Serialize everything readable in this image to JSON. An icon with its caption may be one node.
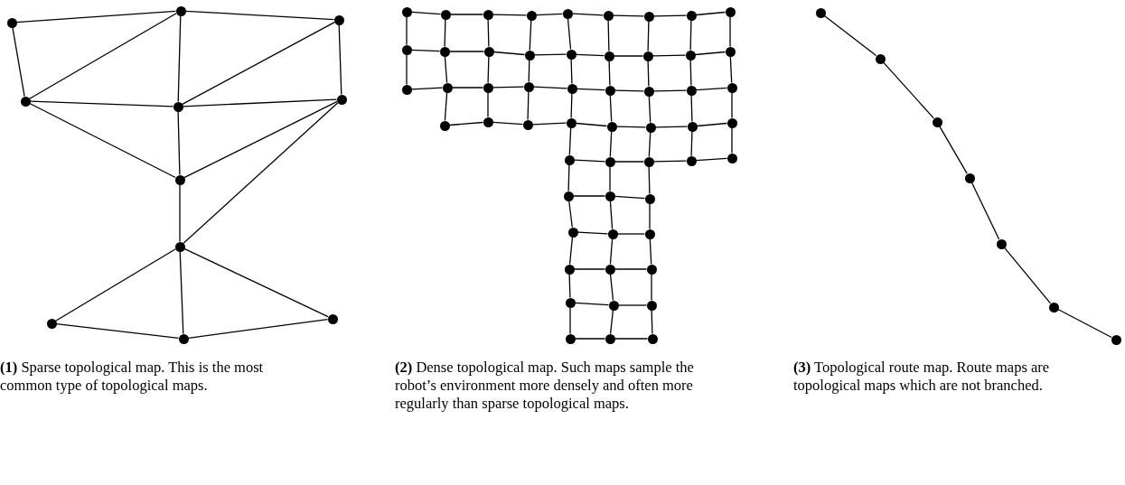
{
  "diagram": {
    "nodes": [
      {
        "text": [],
        "shape": "circle"
      },
      {
        "text": [],
        "shape": "circle"
      },
      {
        "text": [],
        "shape": "circle"
      },
      {
        "text": [],
        "shape": "circle"
      },
      {
        "text": [],
        "shape": "circle"
      },
      {
        "text": [],
        "shape": "circle"
      },
      {
        "text": [],
        "shape": "circle"
      },
      {
        "text": [],
        "shape": "circle"
      },
      {
        "text": [],
        "shape": "circle"
      },
      {
        "text": [],
        "shape": "circle"
      },
      {
        "text": [],
        "shape": "circle"
      },
      {
        "text": [],
        "shape": "circle"
      },
      {
        "text": [],
        "shape": "circle"
      },
      {
        "text": [],
        "shape": "circle"
      },
      {
        "text": [],
        "shape": "circle"
      },
      {
        "text": [],
        "shape": "circle"
      },
      {
        "text": [],
        "shape": "circle"
      },
      {
        "text": [],
        "shape": "circle"
      },
      {
        "text": [],
        "shape": "circle"
      },
      {
        "text": [],
        "shape": "circle"
      },
      {
        "text": [],
        "shape": "circle"
      },
      {
        "text": [],
        "shape": "circle"
      },
      {
        "text": [],
        "shape": "circle"
      },
      {
        "text": [],
        "shape": "circle"
      },
      {
        "text": [],
        "shape": "circle"
      },
      {
        "text": [],
        "shape": "circle"
      },
      {
        "text": [],
        "shape": "circle"
      },
      {
        "text": [],
        "shape": "circle"
      },
      {
        "text": [],
        "shape": "circle"
      },
      {
        "text": [],
        "shape": "circle"
      },
      {
        "text": [],
        "shape": "circle"
      },
      {
        "text": [],
        "shape": "circle"
      },
      {
        "text": [],
        "shape": "circle"
      },
      {
        "text": [],
        "shape": "circle"
      },
      {
        "text": [],
        "shape": "circle"
      },
      {
        "text": [],
        "shape": "circle"
      },
      {
        "text": [],
        "shape": "circle"
      },
      {
        "text": [],
        "shape": "circle"
      },
      {
        "text": [],
        "shape": "circle"
      },
      {
        "text": [],
        "shape": "circle"
      },
      {
        "text": [],
        "shape": "circle"
      },
      {
        "text": [],
        "shape": "circle"
      },
      {
        "text": [],
        "shape": "circle"
      },
      {
        "text": [],
        "shape": "circle"
      },
      {
        "text": [],
        "shape": "circle"
      },
      {
        "text": [],
        "shape": "circle"
      },
      {
        "text": [],
        "shape": "circle"
      },
      {
        "text": [],
        "shape": "circle"
      },
      {
        "text": [],
        "shape": "circle"
      },
      {
        "text": [],
        "shape": "circle"
      },
      {
        "text": [],
        "shape": "circle"
      },
      {
        "text": [],
        "shape": "circle"
      },
      {
        "text": [],
        "shape": "circle"
      },
      {
        "text": [],
        "shape": "circle"
      },
      {
        "text": [],
        "shape": "circle"
      },
      {
        "text": [],
        "shape": "circle"
      },
      {
        "text": [],
        "shape": "circle"
      },
      {
        "text": [],
        "shape": "circle"
      },
      {
        "text": [],
        "shape": "circle"
      },
      {
        "text": [],
        "shape": "circle"
      },
      {
        "text": [],
        "shape": "circle"
      },
      {
        "text": [],
        "shape": "circle"
      },
      {
        "text": [],
        "shape": "circle"
      },
      {
        "text": [],
        "shape": "circle"
      },
      {
        "text": [],
        "shape": "circle"
      },
      {
        "text": [],
        "shape": "circle"
      },
      {
        "text": [],
        "shape": "circle"
      },
      {
        "text": [],
        "shape": "circle"
      },
      {
        "text": [],
        "shape": "circle"
      },
      {
        "text": [],
        "shape": "circle"
      },
      {
        "text": [],
        "shape": "circle"
      },
      {
        "text": [],
        "shape": "circle"
      },
      {
        "text": [],
        "shape": "circle"
      }
    ],
    "edges": [
      {
        "from": 0,
        "to": 1,
        "arrow": "none"
      },
      {
        "from": 1,
        "to": 2,
        "arrow": "none"
      },
      {
        "from": 0,
        "to": 3,
        "arrow": "none"
      },
      {
        "from": 3,
        "to": 1,
        "arrow": "none"
      },
      {
        "from": 1,
        "to": 4,
        "arrow": "none"
      },
      {
        "from": 4,
        "to": 2,
        "arrow": "none"
      },
      {
        "from": 2,
        "to": 5,
        "arrow": "none"
      },
      {
        "from": 3,
        "to": 4,
        "arrow": "none"
      },
      {
        "from": 4,
        "to": 5,
        "arrow": "none"
      },
      {
        "from": 3,
        "to": 6,
        "arrow": "none"
      },
      {
        "from": 4,
        "to": 6,
        "arrow": "none"
      },
      {
        "from": 6,
        "to": 5,
        "arrow": "none"
      },
      {
        "from": 5,
        "to": 7,
        "arrow": "none"
      },
      {
        "from": 6,
        "to": 7,
        "arrow": "none"
      },
      {
        "from": 7,
        "to": 8,
        "arrow": "none"
      },
      {
        "from": 7,
        "to": 9,
        "arrow": "none"
      },
      {
        "from": 7,
        "to": 10,
        "arrow": "none"
      },
      {
        "from": 8,
        "to": 9,
        "arrow": "none"
      },
      {
        "from": 9,
        "to": 10,
        "arrow": "none"
      },
      {
        "from": 11,
        "to": 12,
        "arrow": "none"
      },
      {
        "from": 12,
        "to": 13,
        "arrow": "none"
      },
      {
        "from": 13,
        "to": 14,
        "arrow": "none"
      },
      {
        "from": 14,
        "to": 15,
        "arrow": "none"
      },
      {
        "from": 15,
        "to": 16,
        "arrow": "none"
      },
      {
        "from": 16,
        "to": 17,
        "arrow": "none"
      },
      {
        "from": 17,
        "to": 18,
        "arrow": "none"
      },
      {
        "from": 18,
        "to": 19,
        "arrow": "none"
      },
      {
        "from": 20,
        "to": 21,
        "arrow": "none"
      },
      {
        "from": 21,
        "to": 22,
        "arrow": "none"
      },
      {
        "from": 22,
        "to": 23,
        "arrow": "none"
      },
      {
        "from": 23,
        "to": 24,
        "arrow": "none"
      },
      {
        "from": 24,
        "to": 25,
        "arrow": "none"
      },
      {
        "from": 25,
        "to": 26,
        "arrow": "none"
      },
      {
        "from": 26,
        "to": 27,
        "arrow": "none"
      },
      {
        "from": 27,
        "to": 28,
        "arrow": "none"
      },
      {
        "from": 29,
        "to": 30,
        "arrow": "none"
      },
      {
        "from": 30,
        "to": 31,
        "arrow": "none"
      },
      {
        "from": 31,
        "to": 32,
        "arrow": "none"
      },
      {
        "from": 32,
        "to": 33,
        "arrow": "none"
      },
      {
        "from": 33,
        "to": 34,
        "arrow": "none"
      },
      {
        "from": 34,
        "to": 35,
        "arrow": "none"
      },
      {
        "from": 35,
        "to": 36,
        "arrow": "none"
      },
      {
        "from": 36,
        "to": 37,
        "arrow": "none"
      },
      {
        "from": 38,
        "to": 39,
        "arrow": "none"
      },
      {
        "from": 39,
        "to": 40,
        "arrow": "none"
      },
      {
        "from": 40,
        "to": 41,
        "arrow": "none"
      },
      {
        "from": 41,
        "to": 42,
        "arrow": "none"
      },
      {
        "from": 42,
        "to": 43,
        "arrow": "none"
      },
      {
        "from": 43,
        "to": 44,
        "arrow": "none"
      },
      {
        "from": 44,
        "to": 45,
        "arrow": "none"
      },
      {
        "from": 46,
        "to": 47,
        "arrow": "none"
      },
      {
        "from": 47,
        "to": 48,
        "arrow": "none"
      },
      {
        "from": 48,
        "to": 49,
        "arrow": "none"
      },
      {
        "from": 49,
        "to": 50,
        "arrow": "none"
      },
      {
        "from": 51,
        "to": 52,
        "arrow": "none"
      },
      {
        "from": 52,
        "to": 53,
        "arrow": "none"
      },
      {
        "from": 54,
        "to": 55,
        "arrow": "none"
      },
      {
        "from": 55,
        "to": 56,
        "arrow": "none"
      },
      {
        "from": 57,
        "to": 58,
        "arrow": "none"
      },
      {
        "from": 58,
        "to": 59,
        "arrow": "none"
      },
      {
        "from": 60,
        "to": 61,
        "arrow": "none"
      },
      {
        "from": 61,
        "to": 62,
        "arrow": "none"
      },
      {
        "from": 63,
        "to": 64,
        "arrow": "none"
      },
      {
        "from": 64,
        "to": 65,
        "arrow": "none"
      },
      {
        "from": 11,
        "to": 20,
        "arrow": "none"
      },
      {
        "from": 12,
        "to": 21,
        "arrow": "none"
      },
      {
        "from": 13,
        "to": 22,
        "arrow": "none"
      },
      {
        "from": 14,
        "to": 23,
        "arrow": "none"
      },
      {
        "from": 15,
        "to": 24,
        "arrow": "none"
      },
      {
        "from": 16,
        "to": 25,
        "arrow": "none"
      },
      {
        "from": 17,
        "to": 26,
        "arrow": "none"
      },
      {
        "from": 18,
        "to": 27,
        "arrow": "none"
      },
      {
        "from": 19,
        "to": 28,
        "arrow": "none"
      },
      {
        "from": 20,
        "to": 29,
        "arrow": "none"
      },
      {
        "from": 21,
        "to": 30,
        "arrow": "none"
      },
      {
        "from": 22,
        "to": 31,
        "arrow": "none"
      },
      {
        "from": 23,
        "to": 32,
        "arrow": "none"
      },
      {
        "from": 24,
        "to": 33,
        "arrow": "none"
      },
      {
        "from": 25,
        "to": 34,
        "arrow": "none"
      },
      {
        "from": 26,
        "to": 35,
        "arrow": "none"
      },
      {
        "from": 27,
        "to": 36,
        "arrow": "none"
      },
      {
        "from": 28,
        "to": 37,
        "arrow": "none"
      },
      {
        "from": 30,
        "to": 38,
        "arrow": "none"
      },
      {
        "from": 31,
        "to": 39,
        "arrow": "none"
      },
      {
        "from": 32,
        "to": 40,
        "arrow": "none"
      },
      {
        "from": 33,
        "to": 41,
        "arrow": "none"
      },
      {
        "from": 34,
        "to": 42,
        "arrow": "none"
      },
      {
        "from": 35,
        "to": 43,
        "arrow": "none"
      },
      {
        "from": 36,
        "to": 44,
        "arrow": "none"
      },
      {
        "from": 37,
        "to": 45,
        "arrow": "none"
      },
      {
        "from": 41,
        "to": 46,
        "arrow": "none"
      },
      {
        "from": 42,
        "to": 47,
        "arrow": "none"
      },
      {
        "from": 43,
        "to": 48,
        "arrow": "none"
      },
      {
        "from": 44,
        "to": 49,
        "arrow": "none"
      },
      {
        "from": 45,
        "to": 50,
        "arrow": "none"
      },
      {
        "from": 46,
        "to": 51,
        "arrow": "none"
      },
      {
        "from": 47,
        "to": 52,
        "arrow": "none"
      },
      {
        "from": 48,
        "to": 53,
        "arrow": "none"
      },
      {
        "from": 51,
        "to": 54,
        "arrow": "none"
      },
      {
        "from": 52,
        "to": 55,
        "arrow": "none"
      },
      {
        "from": 53,
        "to": 56,
        "arrow": "none"
      },
      {
        "from": 54,
        "to": 57,
        "arrow": "none"
      },
      {
        "from": 55,
        "to": 58,
        "arrow": "none"
      },
      {
        "from": 56,
        "to": 59,
        "arrow": "none"
      },
      {
        "from": 57,
        "to": 60,
        "arrow": "none"
      },
      {
        "from": 58,
        "to": 61,
        "arrow": "none"
      },
      {
        "from": 59,
        "to": 62,
        "arrow": "none"
      },
      {
        "from": 60,
        "to": 63,
        "arrow": "none"
      },
      {
        "from": 61,
        "to": 64,
        "arrow": "none"
      },
      {
        "from": 62,
        "to": 65,
        "arrow": "none"
      },
      {
        "from": 66,
        "to": 67,
        "arrow": "none"
      },
      {
        "from": 67,
        "to": 68,
        "arrow": "none"
      },
      {
        "from": 68,
        "to": 69,
        "arrow": "none"
      },
      {
        "from": 69,
        "to": 70,
        "arrow": "none"
      },
      {
        "from": 70,
        "to": 71,
        "arrow": "none"
      },
      {
        "from": 71,
        "to": 72,
        "arrow": "none"
      }
    ],
    "labels": [
      "**(1)** Sparse topological map. This is the most common type of topological maps.",
      "**(2)** Dense topological map. Such maps sample the robot’s environment more densely and often more regularly than sparse topological maps.",
      "**(3)** Topological route map. Route maps are topological maps which are not branched."
    ]
  }
}
